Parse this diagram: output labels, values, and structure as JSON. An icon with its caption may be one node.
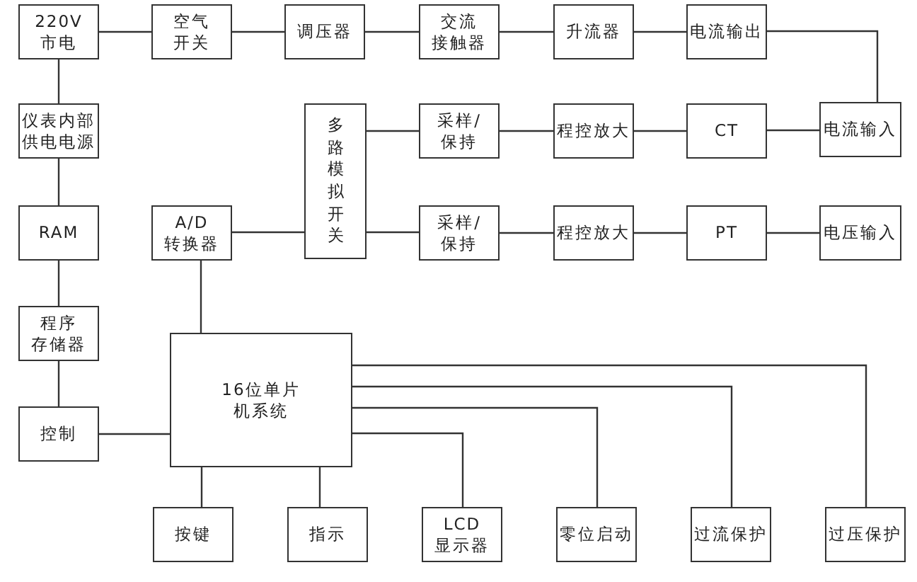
{
  "diagram": {
    "nodes": [
      {
        "text": [
          "220V市电"
        ]
      },
      {
        "text": [
          "空气开关"
        ]
      },
      {
        "text": [
          "调压器"
        ]
      },
      {
        "text": [
          "交流接触器"
        ]
      },
      {
        "text": [
          "升流器"
        ]
      },
      {
        "text": [
          "电流输出"
        ]
      },
      {
        "text": [
          "仪表内部供电电源"
        ]
      },
      {
        "text": [
          "多路模拟开关"
        ]
      },
      {
        "text": [
          "采样/保持"
        ]
      },
      {
        "text": [
          "程控放大"
        ]
      },
      {
        "text": [
          "CT"
        ]
      },
      {
        "text": [
          "电流输入"
        ]
      },
      {
        "text": [
          "RAM"
        ]
      },
      {
        "text": [
          "A/D转换器"
        ]
      },
      {
        "text": [
          "采样/保持"
        ]
      },
      {
        "text": [
          "程控放大"
        ]
      },
      {
        "text": [
          "PT"
        ]
      },
      {
        "text": [
          "电压输入"
        ]
      },
      {
        "text": [
          "程序存储器"
        ]
      },
      {
        "text": [
          "16位单片机系统"
        ]
      },
      {
        "text": [
          "控制"
        ]
      },
      {
        "text": [
          "按键"
        ]
      },
      {
        "text": [
          "指示"
        ]
      },
      {
        "text": [
          "LCD显示器"
        ]
      },
      {
        "text": [
          "零位启动"
        ]
      },
      {
        "text": [
          "过流保护"
        ]
      },
      {
        "text": [
          "过压保护"
        ]
      }
    ],
    "edges": [
      {
        "from": 0,
        "to": 1,
        "arrow": "none"
      },
      {
        "from": 1,
        "to": 2,
        "arrow": "none"
      },
      {
        "from": 2,
        "to": 3,
        "arrow": "none"
      },
      {
        "from": 3,
        "to": 4,
        "arrow": "none"
      },
      {
        "from": 4,
        "to": 5,
        "arrow": "none"
      },
      {
        "from": 5,
        "to": 11,
        "arrow": "none"
      },
      {
        "from": 0,
        "to": 6,
        "arrow": "none"
      },
      {
        "from": 6,
        "to": 12,
        "arrow": "none"
      },
      {
        "from": 12,
        "to": 18,
        "arrow": "none"
      },
      {
        "from": 18,
        "to": 20,
        "arrow": "none"
      },
      {
        "from": 20,
        "to": 19,
        "arrow": "none"
      },
      {
        "from": 13,
        "to": 19,
        "arrow": "none"
      },
      {
        "from": 7,
        "to": 13,
        "arrow": "none"
      },
      {
        "from": 7,
        "to": 8,
        "arrow": "none"
      },
      {
        "from": 8,
        "to": 9,
        "arrow": "none"
      },
      {
        "from": 9,
        "to": 10,
        "arrow": "none"
      },
      {
        "from": 10,
        "to": 11,
        "arrow": "none"
      },
      {
        "from": 7,
        "to": 14,
        "arrow": "none"
      },
      {
        "from": 14,
        "to": 15,
        "arrow": "none"
      },
      {
        "from": 15,
        "to": 16,
        "arrow": "none"
      },
      {
        "from": 16,
        "to": 17,
        "arrow": "none"
      },
      {
        "from": 19,
        "to": 21,
        "arrow": "none"
      },
      {
        "from": 19,
        "to": 22,
        "arrow": "none"
      },
      {
        "from": 19,
        "to": 23,
        "arrow": "none"
      },
      {
        "from": 19,
        "to": 24,
        "arrow": "none"
      },
      {
        "from": 19,
        "to": 25,
        "arrow": "none"
      },
      {
        "from": 19,
        "to": 26,
        "arrow": "none"
      }
    ]
  }
}
